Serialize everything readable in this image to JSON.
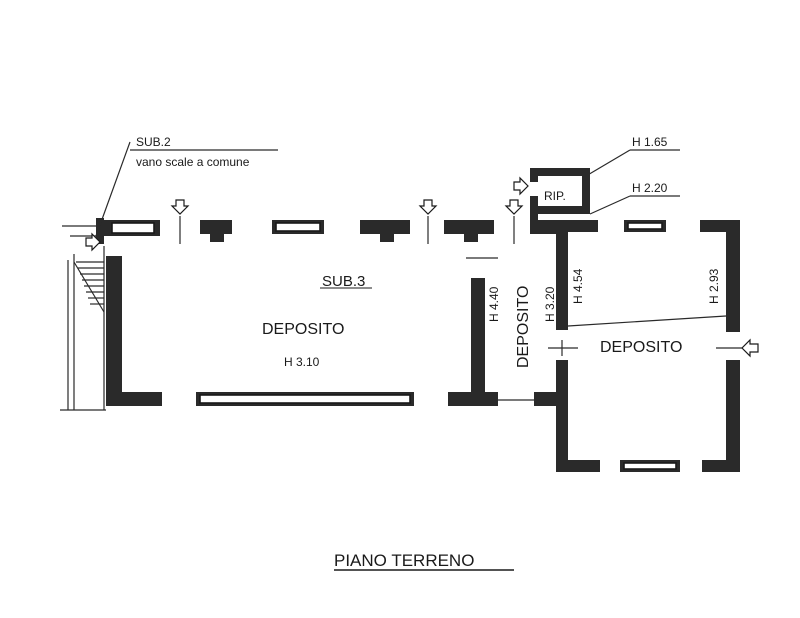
{
  "labels": {
    "sub2": "SUB.2",
    "stair_note": "vano scale a comune",
    "sub3": "SUB.3",
    "deposito_main": "DEPOSITO",
    "h_main": "H 3.10",
    "h_440": "H 4.40",
    "deposito_vertical": "DEPOSITO",
    "h_320": "H 3.20",
    "h_454": "H 4.54",
    "h_293": "H 2.93",
    "deposito_right": "DEPOSITO",
    "rip": "RIP.",
    "h_165": "H 1.65",
    "h_220": "H 2.20",
    "floor_title": "PIANO TERRENO"
  }
}
